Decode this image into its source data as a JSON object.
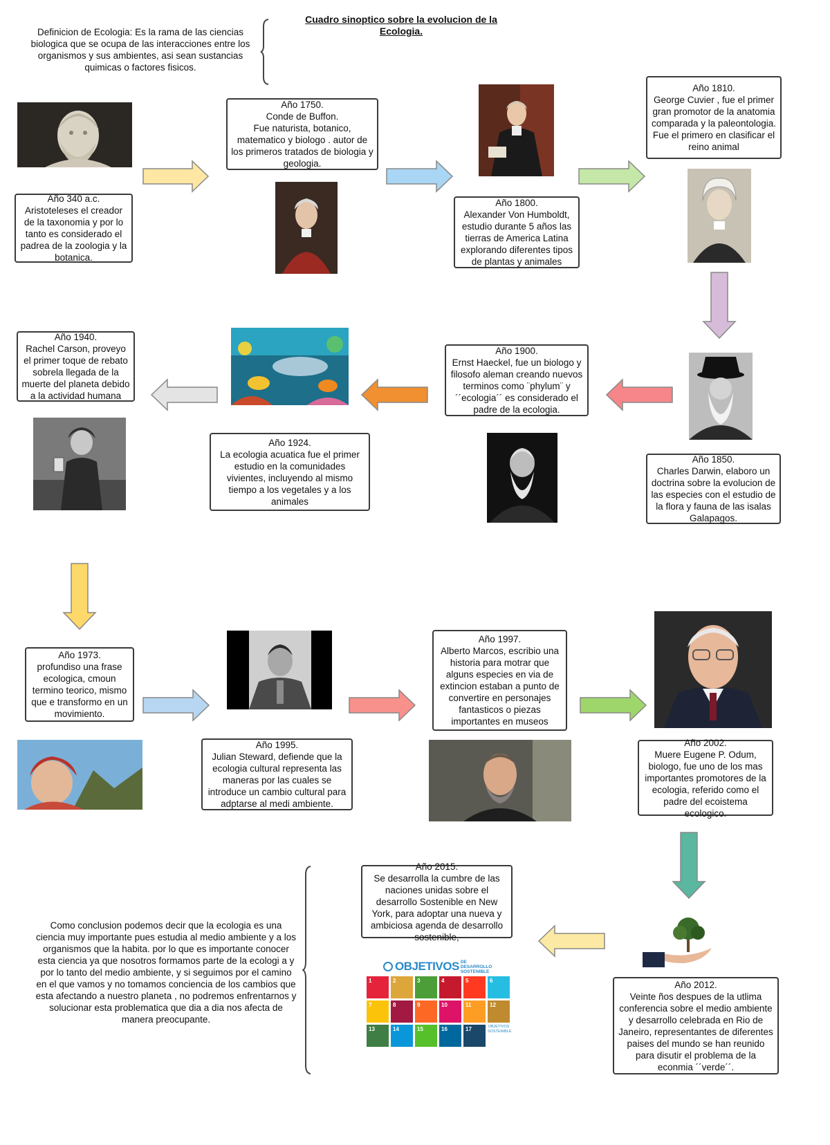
{
  "title": "Cuadro sinoptico sobre la evolucion de la Ecologia.",
  "definition": "Definicion de Ecologia: Es la rama de las ciencias biologica que se ocupa de las interacciones entre los organismos y sus ambientes, asi sean sustancias quimicas o factores fisicos.",
  "conclusion": "Como conclusion podemos decir que la ecologia es una ciencia muy importante pues estudia al medio ambiente y a los organismos que la habita. por lo que es importante conocer esta ciencia ya que nosotros formamos parte de la ecologi a y por lo tanto del medio ambiente, y si seguimos por el camino en el que vamos y no tomamos conciencia de los cambios que esta afectando a nuestro planeta , no podremos enfrentarnos y solucionar esta problematica que dia a dia nos afecta de manera preocupante.",
  "events": {
    "y340": "Año 340 a.c.\nAristoteleses el creador de la taxonomia y por lo tanto es considerado el padrea de la zoologia y la botanica.",
    "y1750": "Año 1750.\nConde de Buffon.\nFue naturista, botanico, matematico y biologo . autor de los primeros tratados de biologia y geologia.",
    "y1800": "Año 1800.\nAlexander Von Humboldt, estudio durante 5 años las tierras de America Latina explorando diferentes tipos de plantas y animales",
    "y1810": "Año 1810.\nGeorge Cuvier , fue el primer gran promotor de la anatomia comparada y la paleontologia. Fue el primero en clasificar el reino animal",
    "y1850": "Año 1850.\nCharles Darwin, elaboro un doctrina sobre la evolucion de las especies con el estudio de la flora y fauna  de las isalas Galapagos.",
    "y1900": "Año 1900.\nErnst Haeckel, fue un biologo y filosofo aleman creando nuevos terminos como ¨phylum¨ y ´´ecologia´´ es considerado el padre de la ecologia.",
    "y1924": "Año 1924.\nLa ecologia acuatica fue el primer estudio en la comunidades vivientes, incluyendo al mismo tiempo a los vegetales y a los animales",
    "y1940": "Año 1940.\nRachel Carson, proveyo el primer toque de rebato sobrela llegada de la muerte del planeta debido a la actividad humana",
    "y1973": "Año 1973.\nprofundiso una frase ecologica, cmoun termino teorico, mismo que e transformo en un movimiento.",
    "y1995": "Año 1995.\nJulian Steward, defiende que la ecologia cultural representa las maneras por las cuales se introduce un cambio cultural para adptarse al medi ambiente.",
    "y1997": "Año 1997.\nAlberto Marcos, escribio una historia para motrar que alguns especies en via de extincion estaban a punto de convertire en personajes fantasticos o piezas importantes en museos",
    "y2002": "Año 2002.\nMuere Eugene P. Odum, biologo, fue uno de los mas importantes promotores de la ecologia, referido como el padre del ecoistema ecologico.",
    "y2012": "Año 2012.\nVeinte ños despues de la utlima conferencia sobre el medio ambiente y desarrollo celebrada en Rio de Janeiro, representantes de diferentes paises del mundo se han reunido para disutir el problema de la econmia ´´verde´´.",
    "y2015": "Año 2015.\nSe desarrolla la cumbre de las naciones unidas sobre el desarrollo Sostenible en New York, para adoptar una nueva y ambiciosa agenda de desarrollo sostenible,"
  },
  "sdg": {
    "heading": "OBJETIVOS",
    "subheading": "DE DESARROLLO SOSTENIBLE",
    "logo_text": "OBJETIVOS SOSTENIBLE",
    "tiles": [
      "1",
      "2",
      "3",
      "4",
      "5",
      "6",
      "7",
      "8",
      "9",
      "10",
      "11",
      "12",
      "13",
      "14",
      "15",
      "16",
      "17"
    ],
    "colors": [
      "#e5243b",
      "#dda63a",
      "#4c9f38",
      "#c5192d",
      "#ff3a21",
      "#26bde2",
      "#fcc30b",
      "#a21942",
      "#fd6925",
      "#dd1367",
      "#fd9d24",
      "#bf8b2e",
      "#3f7e44",
      "#0a97d9",
      "#56c02b",
      "#00689d",
      "#19486a"
    ]
  },
  "arrow_colors": {
    "yellow": "#fde7a3",
    "blue": "#a9d6f5",
    "green": "#c5e8a8",
    "purple": "#d7bcd9",
    "salmon": "#f7868a",
    "orange": "#f09030",
    "gray": "#e4e4e4",
    "gold": "#fdd86a",
    "lightblue": "#b7d6f1",
    "red": "#f8918c",
    "lime": "#9ed66c",
    "teal": "#5bb79f",
    "paleyellow": "#fce9a3"
  }
}
